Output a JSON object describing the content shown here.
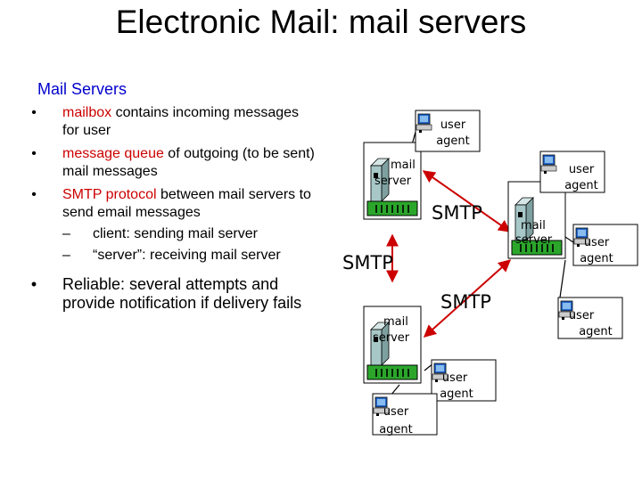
{
  "title": "Electronic Mail: mail servers",
  "section_label": "Mail Servers",
  "bullets": {
    "b1": {
      "hl": "mailbox",
      "rest": " contains incoming messages for user"
    },
    "b2": {
      "hl": "message queue",
      "rest": " of outgoing (to be sent) mail messages"
    },
    "b3": {
      "hl": "SMTP protocol",
      "rest": " between mail servers to send email messages"
    },
    "sub1": "client: sending mail server",
    "sub2": "“server”: receiving mail server",
    "b4": "Reliable: several attempts and provide notification if delivery fails"
  },
  "diagram": {
    "mail_server_label_1": "mail",
    "mail_server_label_2": "server",
    "user_agent_label_1": "user",
    "user_agent_label_2": "agent",
    "protocol_label": "SMTP"
  },
  "colors": {
    "highlight": "#cc0000",
    "heading": "#0000cc",
    "arrow": "#cc0000",
    "queue": "#2ba62b",
    "server_body": "#a8c8c8",
    "monitor": "#2266cc"
  }
}
